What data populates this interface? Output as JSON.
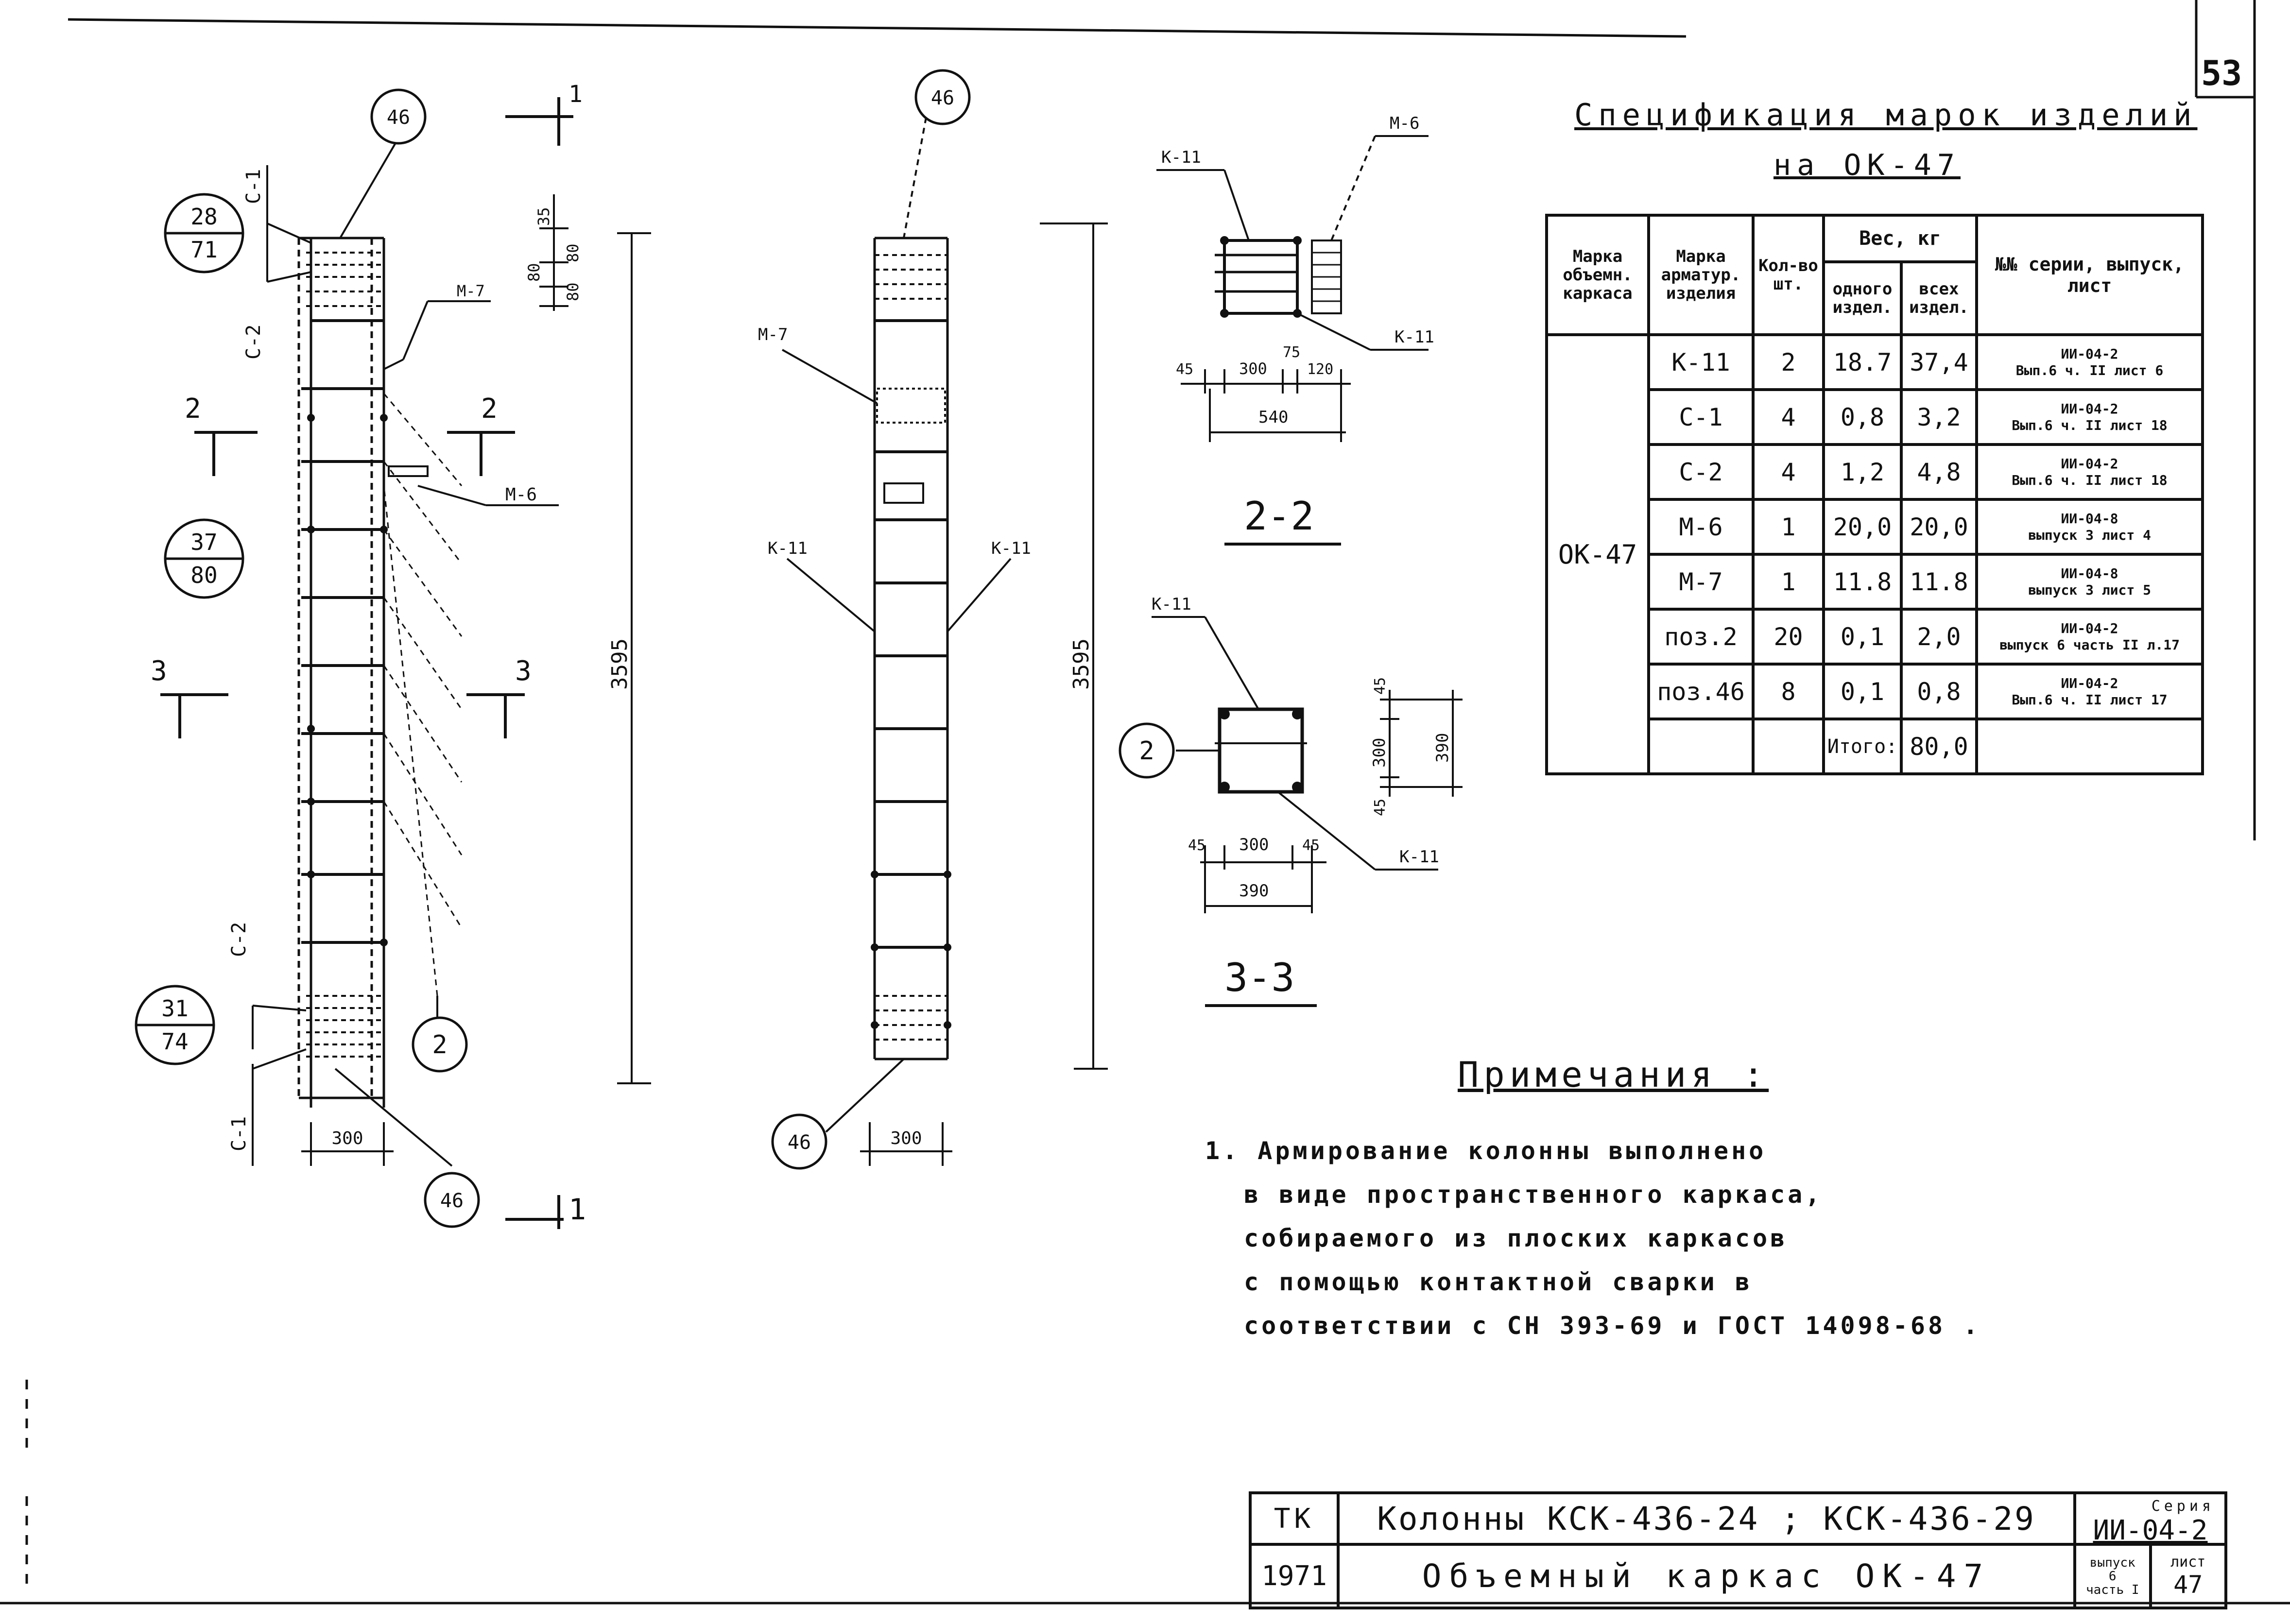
{
  "sheet_number": "53",
  "views": {
    "front": {
      "marks": {
        "top_node": "46",
        "bottom_node_left": "46",
        "bottom_node_right": "2"
      },
      "grid_frames": [
        {
          "num": "28",
          "den": "71"
        },
        {
          "num": "37",
          "den": "80"
        },
        {
          "num": "31",
          "den": "74"
        }
      ],
      "labels": {
        "c1_top": "С-1",
        "c2_top": "С-2",
        "c2_bottom": "С-2",
        "c1_bottom": "С-1",
        "m7": "М-7",
        "m6": "М-6"
      },
      "cut_marks": {
        "cut1_top": "1",
        "cut1_bottom": "1",
        "cut2_left": "2",
        "cut2_right": "2",
        "cut3_left": "3",
        "cut3_right": "3"
      },
      "dims": {
        "width": "300",
        "height": "3595",
        "d35": "35",
        "d80a": "80",
        "d80b": "80",
        "d80c": "80"
      }
    },
    "side": {
      "marks": {
        "top_node": "46",
        "bottom_node": "46"
      },
      "labels": {
        "m7": "М-7",
        "k11_left": "К-11",
        "k11_right": "К-11"
      },
      "dims": {
        "width": "300",
        "height": "3595"
      }
    },
    "section_2_2": {
      "title": "2-2",
      "labels": {
        "k11_top": "К-11",
        "m6": "М-6",
        "k11_bottom": "К-11"
      },
      "dims": {
        "d45": "45",
        "d300": "300",
        "d75": "75",
        "d120": "120",
        "total": "540"
      }
    },
    "section_3_3": {
      "title": "3-3",
      "labels": {
        "k11_top": "К-11",
        "k11_bottom": "К-11",
        "pos": "2"
      },
      "dims": {
        "left45": "45",
        "mid300": "300",
        "right45": "45",
        "total": "390",
        "v45_top": "45",
        "v300": "300",
        "v45_bot": "45",
        "vtotal": "390"
      }
    }
  },
  "spec": {
    "title": "Спецификация марок изделий",
    "subtitle": "на ОК-47",
    "headers": {
      "col1": "Марка объемн. каркаса",
      "col2": "Марка арматур. изделия",
      "col3": "Кол-во шт.",
      "weight": "Вес, кг",
      "col4": "одного издел.",
      "col5": "всех издел.",
      "col6": "№№ серии, выпуск, лист"
    },
    "frame_mark": "ОК-47",
    "rows": [
      {
        "mark": "К-11",
        "qty": "2",
        "one": "18.7",
        "all": "37,4",
        "src1": "ИИ-04-2",
        "src2": "Вып.6 ч. II лист 6"
      },
      {
        "mark": "С-1",
        "qty": "4",
        "one": "0,8",
        "all": "3,2",
        "src1": "ИИ-04-2",
        "src2": "Вып.6 ч. II лист 18"
      },
      {
        "mark": "С-2",
        "qty": "4",
        "one": "1,2",
        "all": "4,8",
        "src1": "ИИ-04-2",
        "src2": "Вып.6 ч. II лист 18"
      },
      {
        "mark": "М-6",
        "qty": "1",
        "one": "20,0",
        "all": "20,0",
        "src1": "ИИ-04-8",
        "src2": "выпуск 3 лист 4"
      },
      {
        "mark": "М-7",
        "qty": "1",
        "one": "11.8",
        "all": "11.8",
        "src1": "ИИ-04-8",
        "src2": "выпуск 3 лист 5"
      },
      {
        "mark": "поз.2",
        "qty": "20",
        "one": "0,1",
        "all": "2,0",
        "src1": "ИИ-04-2",
        "src2": "выпуск 6 часть II л.17"
      },
      {
        "mark": "поз.46",
        "qty": "8",
        "one": "0,1",
        "all": "0,8",
        "src1": "ИИ-04-2",
        "src2": "Вып.6 ч. II лист 17"
      }
    ],
    "total_label": "Итого:",
    "total_value": "80,0"
  },
  "notes": {
    "title": "Примечания :",
    "lines": [
      "1. Армирование колонны выполнено",
      "в виде пространственного каркаса,",
      "собираемого из плоских каркасов",
      "с помощью контактной сварки в",
      "соответствии с СН 393-69 и ГОСТ 14098-68 ."
    ]
  },
  "stamp": {
    "org": "ТК",
    "year": "1971",
    "title1": "Колонны КСК-436-24 ; КСК-436-29",
    "title2": "Объемный каркас ОК-47",
    "series_label": "Серия",
    "series": "ИИ-04-2",
    "issue_label": "выпуск",
    "issue": "6",
    "part": "часть I",
    "sheet_label": "лист",
    "sheet": "47"
  }
}
